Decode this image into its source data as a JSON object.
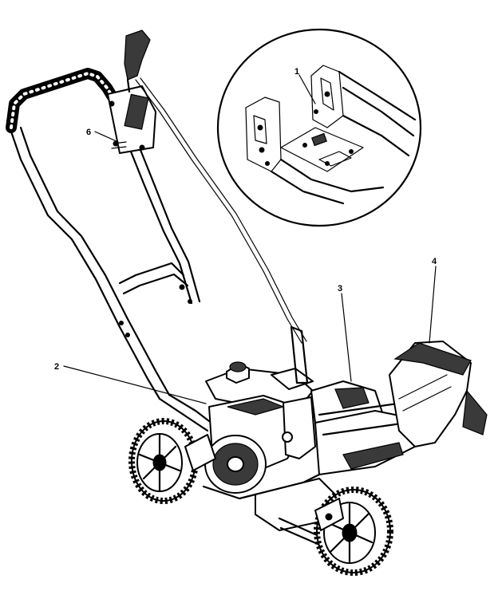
{
  "diagram": {
    "callouts": [
      {
        "id": "callout-1",
        "label": "1"
      },
      {
        "id": "callout-2",
        "label": "2"
      },
      {
        "id": "callout-3",
        "label": "3"
      },
      {
        "id": "callout-4",
        "label": "4"
      },
      {
        "id": "callout-6",
        "label": "6"
      }
    ]
  }
}
